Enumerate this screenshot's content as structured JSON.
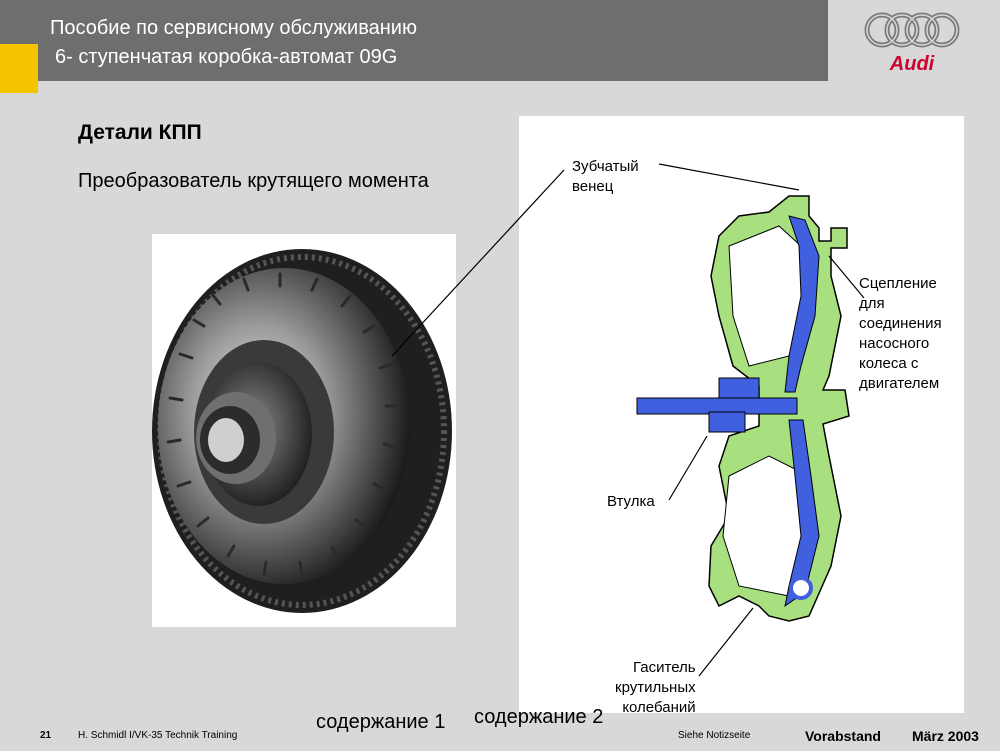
{
  "header": {
    "title_line1": "Пособие по сервисному обслуживанию",
    "title_line2": " 6- ступенчатая коробка-автомат 09G",
    "logo_text": "Audi",
    "colors": {
      "bar": "#6e6e6e",
      "accent": "#f5c400",
      "logo_red": "#cc0033"
    }
  },
  "content": {
    "section_title": "Детали КПП",
    "subtitle": "Преобразователь крутящего момента"
  },
  "diagram": {
    "callouts": {
      "ring_gear": [
        "Зубчатый",
        "венец"
      ],
      "clutch": [
        "Сцепление",
        "для",
        "соединения",
        "насосного",
        "колеса с",
        "двигателем"
      ],
      "hub": "Втулка",
      "damper": [
        "Гаситель",
        "крутильных",
        "колебаний"
      ]
    },
    "colors": {
      "housing": "#a8e080",
      "internal": "#4060e0"
    }
  },
  "navigation": {
    "link1": "содержание 1",
    "link2": "содержание 2"
  },
  "footer": {
    "page_number": "21",
    "author": "H. Schmidl I/VK-35  Technik Training",
    "notes": "Siehe Notizseite",
    "status": "Vorabstand",
    "date": "März 2003"
  }
}
